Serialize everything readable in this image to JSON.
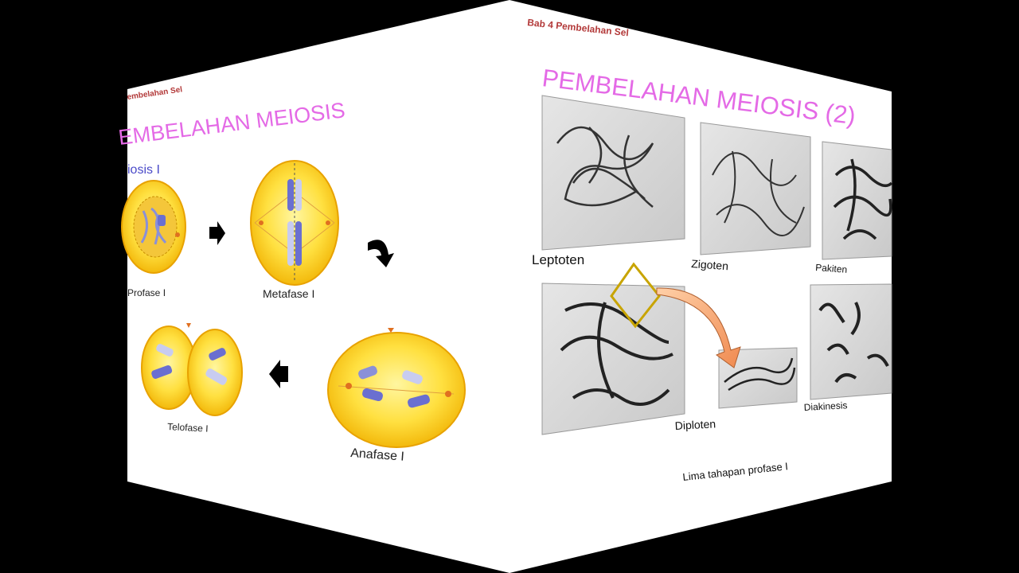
{
  "left_slide": {
    "header": "embelahan Sel",
    "title": "EMBELAHAN MEIOSIS",
    "subtitle": "iosis I",
    "stages": {
      "profase": "Profase I",
      "metafase": "Metafase I",
      "anafase": "Anafase I",
      "telofase": "Telofase I"
    }
  },
  "right_slide": {
    "header": "Bab 4 Pembelahan Sel",
    "title": "PEMBELAHAN MEIOSIS (2)",
    "micro_labels": {
      "leptoten": "Leptoten",
      "zigoten": "Zigoten",
      "pakiten": "Pakiten",
      "diploten": "Diploten",
      "diakinesis": "Diakinesis"
    },
    "caption": "Lima tahapan profase I"
  },
  "colors": {
    "background": "#000000",
    "slide": "#ffffff",
    "title": "#e46ae6",
    "header": "#b33a3a",
    "subtitle": "#4a4ac8",
    "cell_fill": "#ffd21a",
    "cell_edge": "#e8a200",
    "chromosome": "#6a6fd0",
    "arrow_highlight": "#f4a06a",
    "box_highlight": "#c8a400"
  }
}
